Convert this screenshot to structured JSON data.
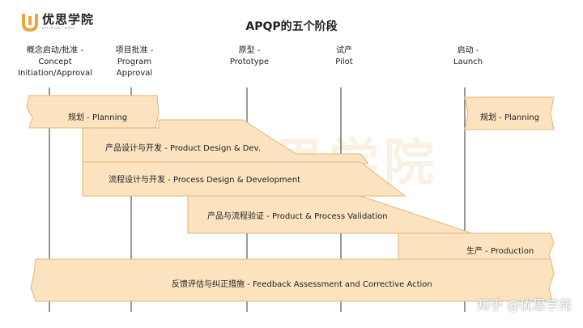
{
  "logo": {
    "name": "优思学院",
    "sub": "unibusi edu"
  },
  "title": "APQP的五个阶段",
  "milestones": [
    {
      "line1": "概念启动/批准 -",
      "line2": "Concept",
      "line3": "Initiation/Approval"
    },
    {
      "line1": "项目批准 -",
      "line2": "Program",
      "line3": "Approval"
    },
    {
      "line1": "原型 -",
      "line2": "Prototype",
      "line3": ""
    },
    {
      "line1": "试产",
      "line2": "Pilot",
      "line3": ""
    },
    {
      "line1": "启动 -",
      "line2": "Launch",
      "line3": ""
    }
  ],
  "bars": {
    "planning_left": "规划 - Planning",
    "product_design": "产品设计与开发 - Product Design & Dev.",
    "process_design": "流程设计与开发 - Process Design & Development",
    "validation": "产品与流程验证 - Product & Process Validation",
    "production": "生产 - Production",
    "feedback": "反馈评估与纠正措施 - Feedback Assessment and Corrective Action",
    "planning_right": "规划 - Planning"
  },
  "watermark": "知乎 @优思学苑",
  "background_mark": "优思学院",
  "colors": {
    "bar_fill": "#fbe3c0",
    "bar_stroke": "#e2b57a",
    "logo_orange": "#f2a33a",
    "line": "#333333"
  }
}
